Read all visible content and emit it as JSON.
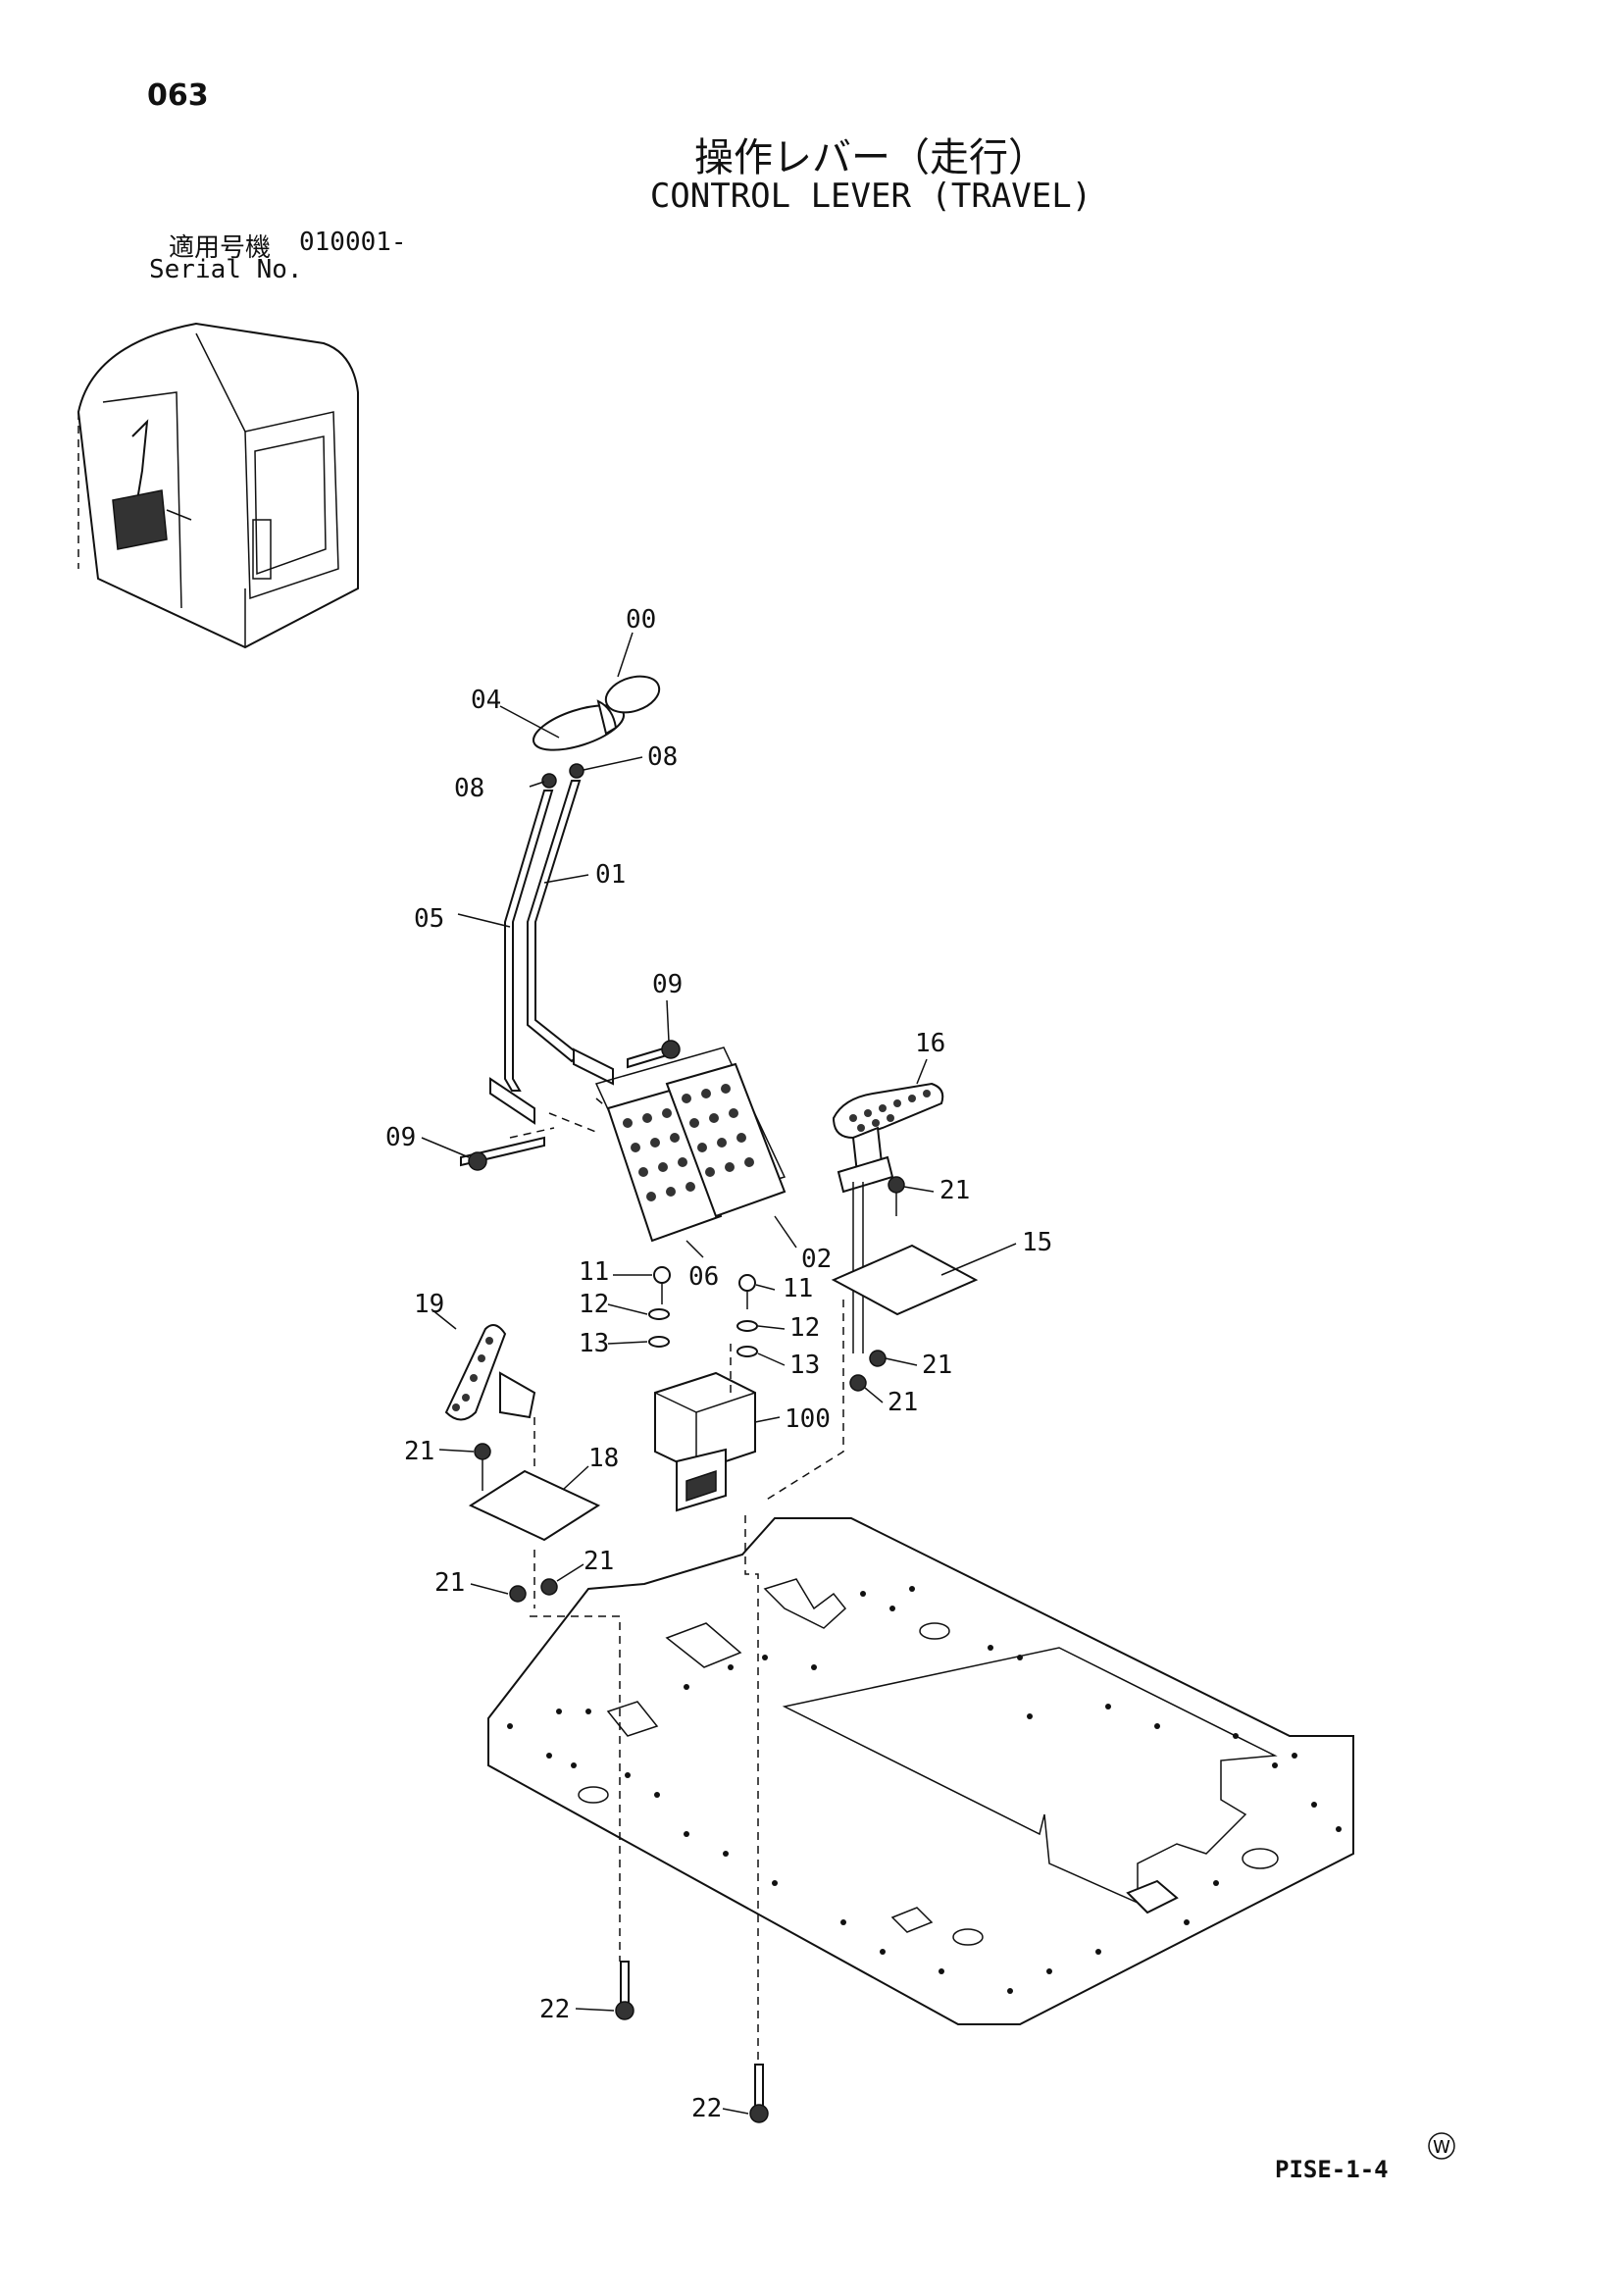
{
  "page": {
    "number": "063",
    "title_ja": "操作レバー（走行）",
    "title_en": "CONTROL LEVER (TRAVEL)",
    "serial_label_ja": "適用号機",
    "serial_value": "010001-",
    "serial_label_en": "Serial No.",
    "doc_code": "PISE-1-4",
    "mark": "W"
  },
  "callouts": [
    {
      "id": "c00",
      "label": "00"
    },
    {
      "id": "c04",
      "label": "04"
    },
    {
      "id": "c08a",
      "label": "08"
    },
    {
      "id": "c08b",
      "label": "08"
    },
    {
      "id": "c01",
      "label": "01"
    },
    {
      "id": "c05",
      "label": "05"
    },
    {
      "id": "c09a",
      "label": "09"
    },
    {
      "id": "c09b",
      "label": "09"
    },
    {
      "id": "c16",
      "label": "16"
    },
    {
      "id": "c21a",
      "label": "21"
    },
    {
      "id": "c15",
      "label": "15"
    },
    {
      "id": "c02",
      "label": "02"
    },
    {
      "id": "c06",
      "label": "06"
    },
    {
      "id": "c11a",
      "label": "11"
    },
    {
      "id": "c11b",
      "label": "11"
    },
    {
      "id": "c12a",
      "label": "12"
    },
    {
      "id": "c12b",
      "label": "12"
    },
    {
      "id": "c13a",
      "label": "13"
    },
    {
      "id": "c13b",
      "label": "13"
    },
    {
      "id": "c21b",
      "label": "21"
    },
    {
      "id": "c21c",
      "label": "21"
    },
    {
      "id": "c19",
      "label": "19"
    },
    {
      "id": "c100",
      "label": "100"
    },
    {
      "id": "c21d",
      "label": "21"
    },
    {
      "id": "c18",
      "label": "18"
    },
    {
      "id": "c21e",
      "label": "21"
    },
    {
      "id": "c21f",
      "label": "21"
    },
    {
      "id": "c22a",
      "label": "22"
    },
    {
      "id": "c22b",
      "label": "22"
    }
  ]
}
